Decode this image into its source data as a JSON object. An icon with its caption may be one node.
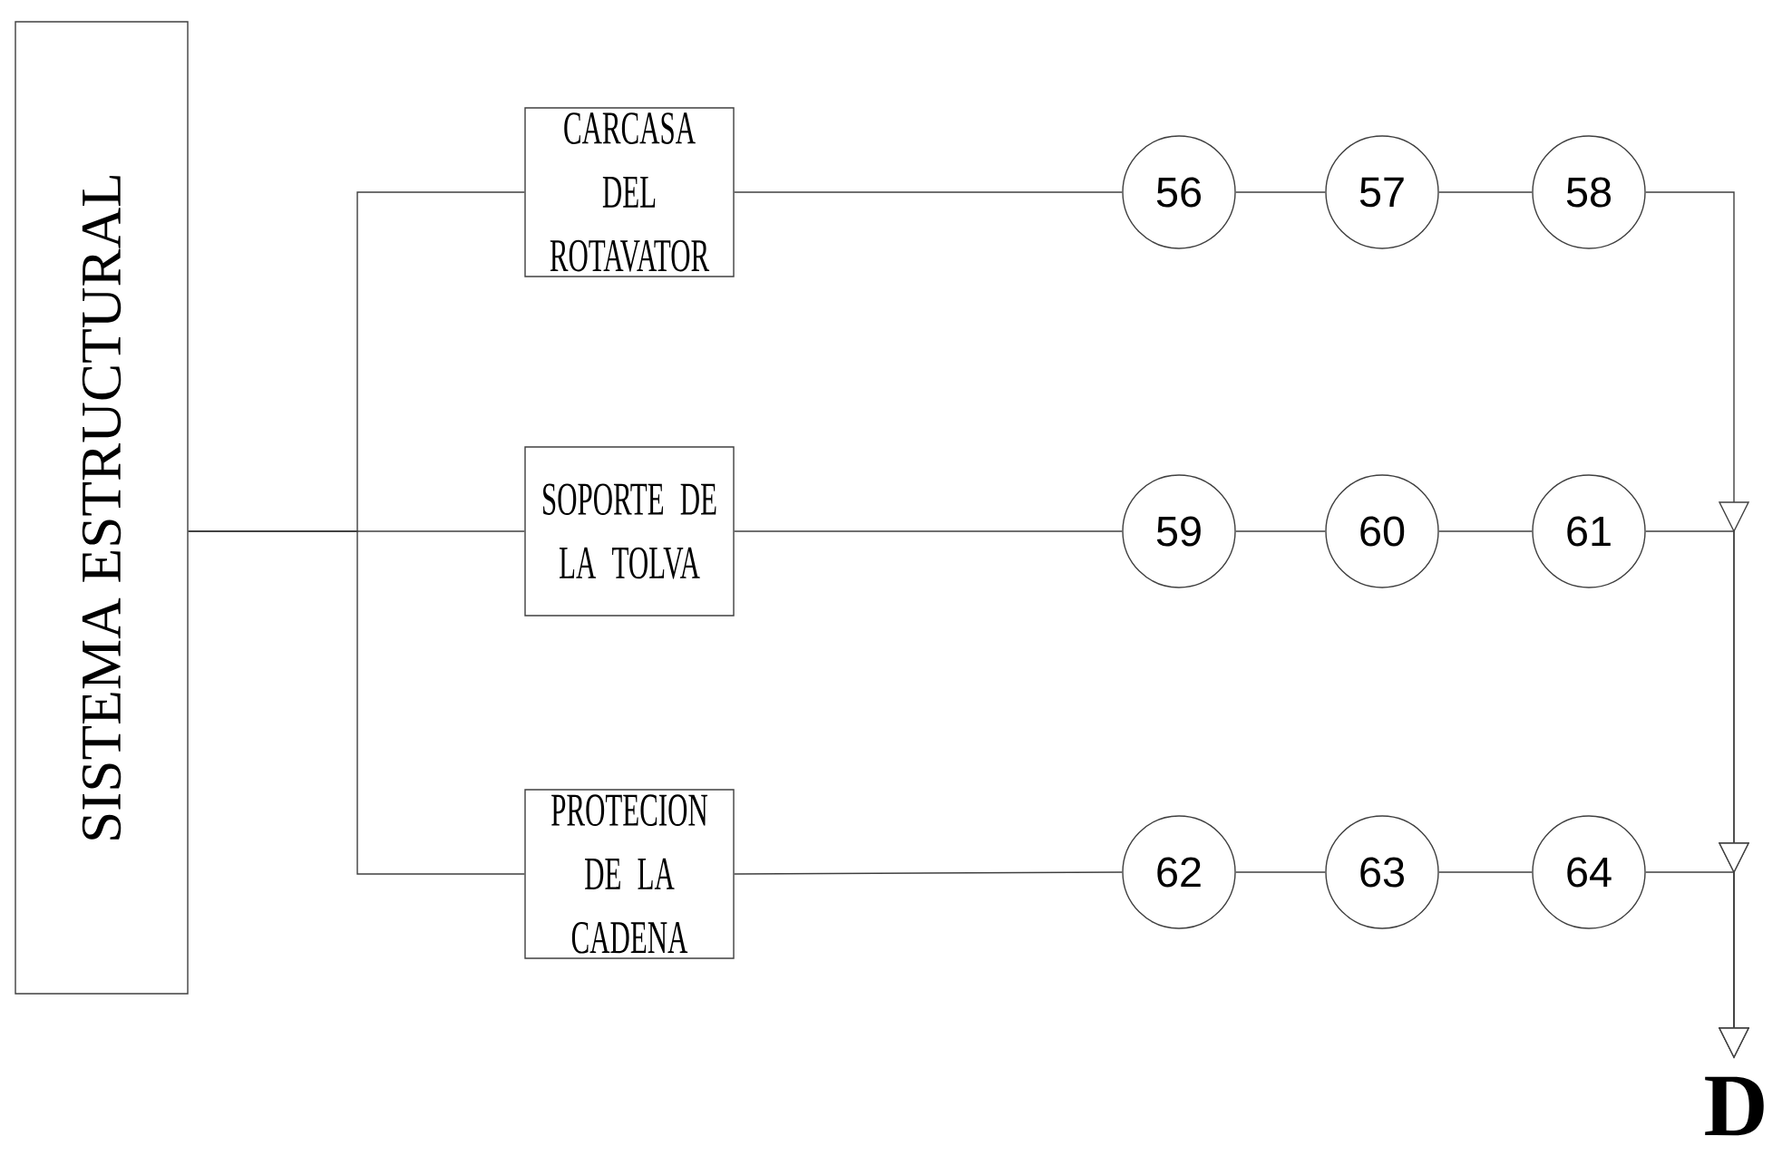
{
  "diagram": {
    "nodes": [
      {
        "text": [
          "SISTEMA ESTRUCTURAL"
        ]
      },
      {
        "text": [
          "CARCASA DEL ROTAVATOR"
        ]
      },
      {
        "text": [
          "SOPORTE DE LA TOLVA"
        ]
      },
      {
        "text": [
          "PROTECION DE LA CADENA"
        ]
      },
      {
        "text": [
          "56"
        ]
      },
      {
        "text": [
          "57"
        ]
      },
      {
        "text": [
          "58"
        ]
      },
      {
        "text": [
          "59"
        ]
      },
      {
        "text": [
          "60"
        ]
      },
      {
        "text": [
          "61"
        ]
      },
      {
        "text": [
          "62"
        ]
      },
      {
        "text": [
          "63"
        ]
      },
      {
        "text": [
          "64"
        ]
      },
      {
        "text": [
          "D"
        ]
      }
    ],
    "edges": [
      {
        "from": 0,
        "to": 1,
        "arrow": "none"
      },
      {
        "from": 0,
        "to": 2,
        "arrow": "none"
      },
      {
        "from": 0,
        "to": 3,
        "arrow": "none"
      },
      {
        "from": 1,
        "to": 4,
        "arrow": "none"
      },
      {
        "from": 4,
        "to": 5,
        "arrow": "none"
      },
      {
        "from": 5,
        "to": 6,
        "arrow": "none"
      },
      {
        "from": 2,
        "to": 7,
        "arrow": "none"
      },
      {
        "from": 7,
        "to": 8,
        "arrow": "none"
      },
      {
        "from": 8,
        "to": 9,
        "arrow": "none"
      },
      {
        "from": 3,
        "to": 10,
        "arrow": "none"
      },
      {
        "from": 10,
        "to": 11,
        "arrow": "none"
      },
      {
        "from": 11,
        "to": 12,
        "arrow": "none"
      },
      {
        "from": 6,
        "to": 13,
        "arrow": "to"
      },
      {
        "from": 9,
        "to": 13,
        "arrow": "to"
      },
      {
        "from": 12,
        "to": 13,
        "arrow": "to"
      }
    ]
  }
}
